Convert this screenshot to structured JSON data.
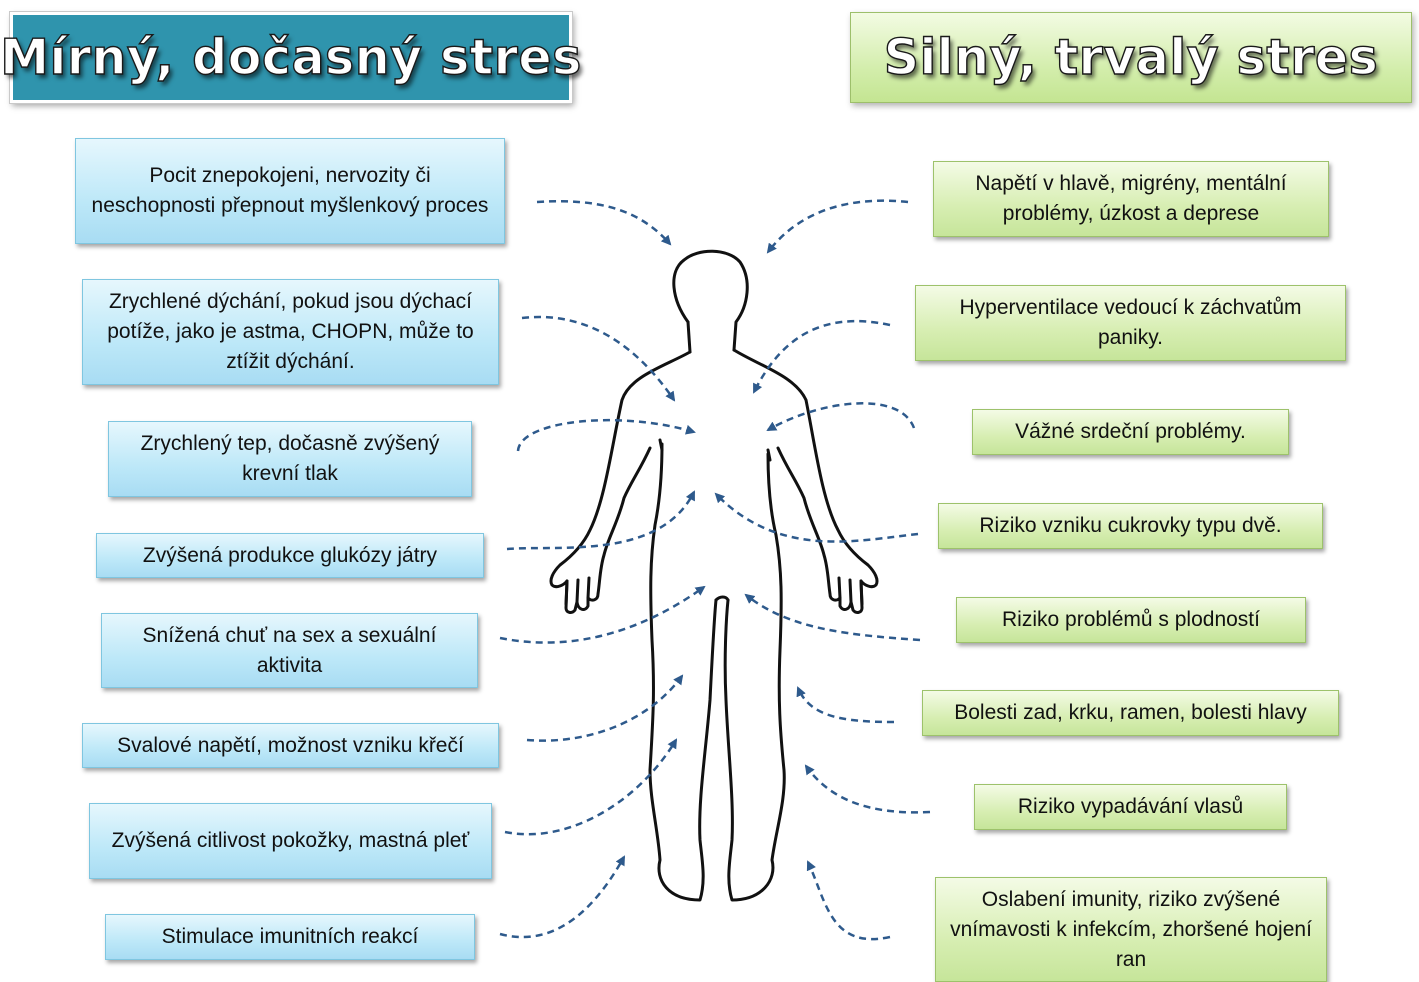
{
  "header_left": "Mírný, dočasný stres",
  "header_right": "Silný, trvalý stres",
  "left_effects": [
    "Pocit znepokojeni, nervozity či neschopnosti přepnout myšlenkový proces",
    "Zrychlené dýchání, pokud jsou dýchací potíže, jako je astma, CHOPN, může to ztížit dýchání.",
    "Zrychlený tep, dočasně zvýšený krevní tlak",
    "Zvýšená produkce glukózy játry",
    "Snížená chuť na sex a sexuální aktivita",
    "Svalové napětí, možnost vzniku křečí",
    "Zvýšená citlivost pokožky, mastná pleť",
    "Stimulace imunitních reakcí"
  ],
  "right_effects": [
    "Napětí v hlavě, migrény, mentální problémy, úzkost a deprese",
    "Hyperventilace vedoucí k záchvatům paniky.",
    "Vážné srdeční problémy.",
    "Riziko vzniku cukrovky typu dvě.",
    "Riziko problémů s plodností",
    "Bolesti zad, krku, ramen, bolesti hlavy",
    "Riziko vypadávání vlasů",
    "Oslabení imunity, riziko zvýšené vnímavosti k infekcím, zhoršené hojení ran"
  ],
  "colors": {
    "left_header_bg": "#2f94ad",
    "right_header_bg": "#d2edaa",
    "left_box_bg": "#bde8f8",
    "right_box_bg": "#d7eeb2",
    "arrow": "#2e5a8c"
  }
}
